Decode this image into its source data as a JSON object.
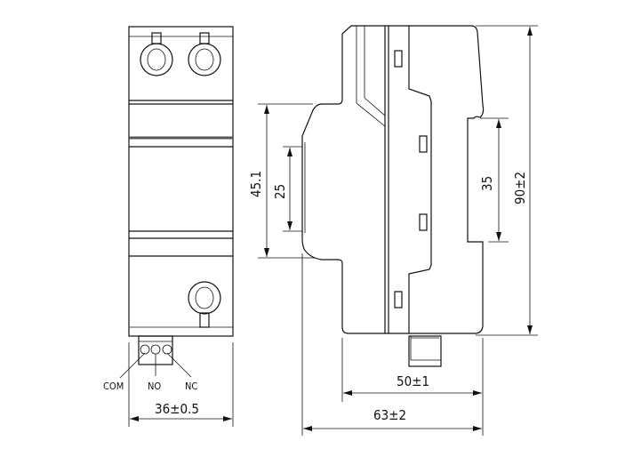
{
  "front_view": {
    "terminal_labels": [
      "COM",
      "NO",
      "NC"
    ],
    "width_dim": "36±0.5"
  },
  "side_view": {
    "dims": {
      "din_clip_height": "45.1",
      "din_clip_inner": "25",
      "rail_slot": "35",
      "overall_height": "90±2",
      "body_depth": "50±1",
      "overall_depth": "63±2"
    }
  }
}
